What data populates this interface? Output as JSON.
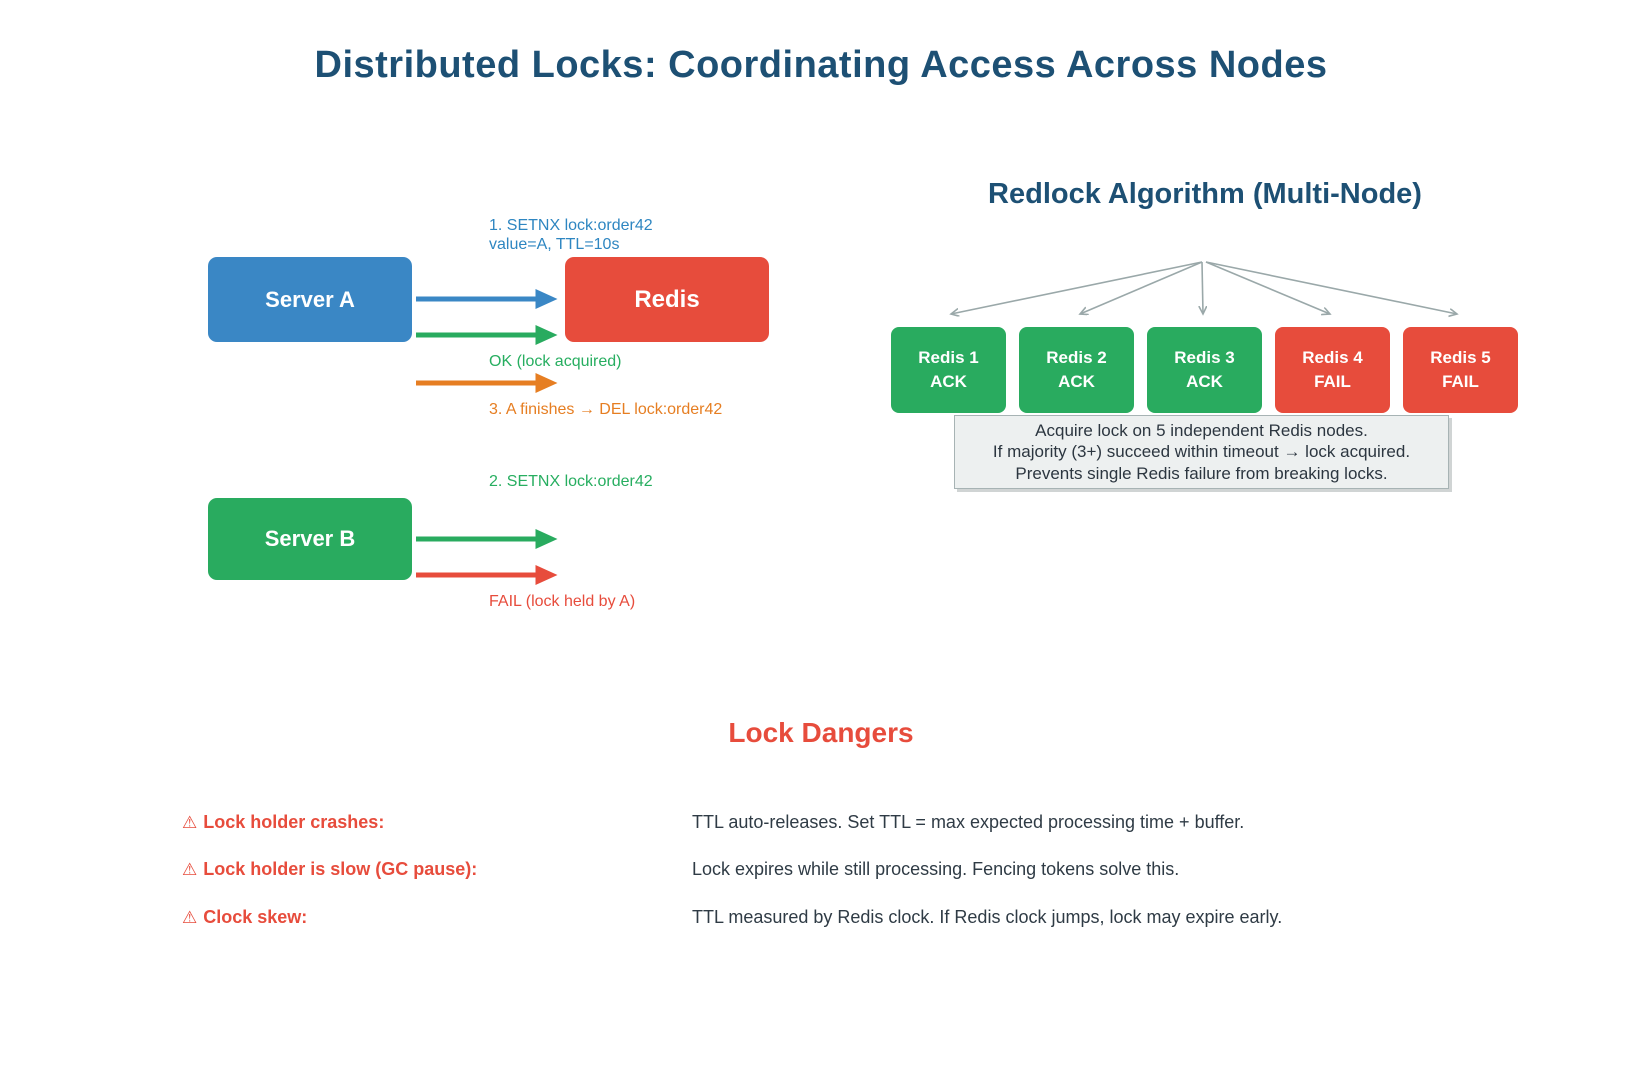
{
  "title": "Distributed Locks: Coordinating Access Across Nodes",
  "sequence": {
    "server_a_label": "Server A",
    "server_b_label": "Server B",
    "redis_label": "Redis",
    "msg1_line1": "1. SETNX lock:order42",
    "msg1_line2": "value=A, TTL=10s",
    "ok_label": "OK (lock acquired)",
    "msg3": "3. A finishes → DEL lock:order42",
    "msg2": "2. SETNX lock:order42",
    "fail_label": "FAIL (lock held by A)"
  },
  "redlock": {
    "title": "Redlock Algorithm (Multi-Node)",
    "nodes": [
      {
        "name": "Redis 1",
        "status": "ACK",
        "color": "#29ab5f"
      },
      {
        "name": "Redis 2",
        "status": "ACK",
        "color": "#29ab5f"
      },
      {
        "name": "Redis 3",
        "status": "ACK",
        "color": "#29ab5f"
      },
      {
        "name": "Redis 4",
        "status": "FAIL",
        "color": "#e74c3c"
      },
      {
        "name": "Redis 5",
        "status": "FAIL",
        "color": "#e74c3c"
      }
    ],
    "note_line1": "Acquire lock on 5 independent Redis nodes.",
    "note_line2": "If majority (3+) succeed within timeout → lock acquired.",
    "note_line3": "Prevents single Redis failure from breaking locks."
  },
  "dangers": {
    "title": "Lock Dangers",
    "items": [
      {
        "icon": "⚠",
        "label": "Lock holder crashes:",
        "description": "TTL auto-releases. Set TTL = max expected processing time + buffer."
      },
      {
        "icon": "⚠",
        "label": "Lock holder is slow (GC pause):",
        "description": "Lock expires while still processing. Fencing tokens solve this."
      },
      {
        "icon": "⚠",
        "label": "Clock skew:",
        "description": "TTL measured by Redis clock. If Redis clock jumps, lock may expire early."
      }
    ]
  },
  "colors": {
    "title_blue": "#1d5074",
    "blue": "#3a87c5",
    "green": "#29ab5f",
    "red": "#e74c3c",
    "orange": "#e67e22",
    "gray_arrow": "#9aa8a9",
    "note_bg": "#edf0f0",
    "note_border": "#a7b3b4",
    "body_text": "#2f3b45"
  }
}
